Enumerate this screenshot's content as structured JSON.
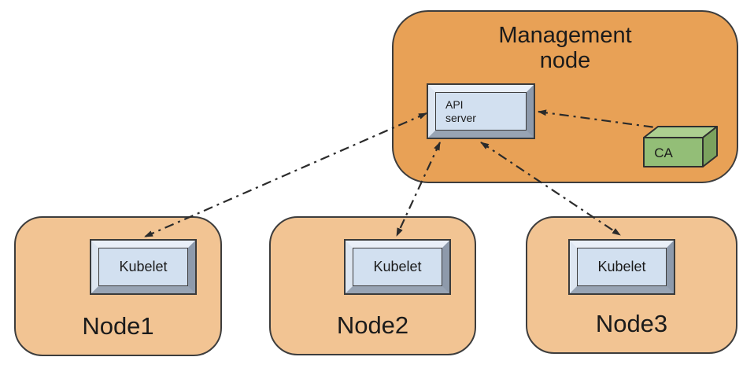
{
  "diagram": {
    "management_node": {
      "label": "Management\nnode",
      "api_server": {
        "label": "API\nserver"
      },
      "ca": {
        "label": "CA"
      }
    },
    "workers": [
      {
        "label": "Node1",
        "kubelet_label": "Kubelet"
      },
      {
        "label": "Node2",
        "kubelet_label": "Kubelet"
      },
      {
        "label": "Node3",
        "kubelet_label": "Kubelet"
      }
    ],
    "connections": [
      {
        "from": "api-server",
        "to": "kubelet-node1",
        "style": "dash-dot",
        "bidirectional": true
      },
      {
        "from": "api-server",
        "to": "kubelet-node2",
        "style": "dash-dot",
        "bidirectional": true
      },
      {
        "from": "api-server",
        "to": "kubelet-node3",
        "style": "dash-dot",
        "bidirectional": true
      },
      {
        "from": "api-server",
        "to": "ca",
        "style": "dash-dot",
        "bidirectional": true
      }
    ],
    "colors": {
      "management_fill": "#e8a156",
      "worker_fill": "#f2c493",
      "outline": "#3d3d3d",
      "box_panel": "#d2e0f0",
      "bevel_light": "#eaf0f8",
      "bevel_dark": "#94a0b0",
      "ca_front": "#93be77",
      "ca_top": "#accf90",
      "ca_side": "#7ba25e",
      "arrow": "#2b2b2b"
    }
  }
}
